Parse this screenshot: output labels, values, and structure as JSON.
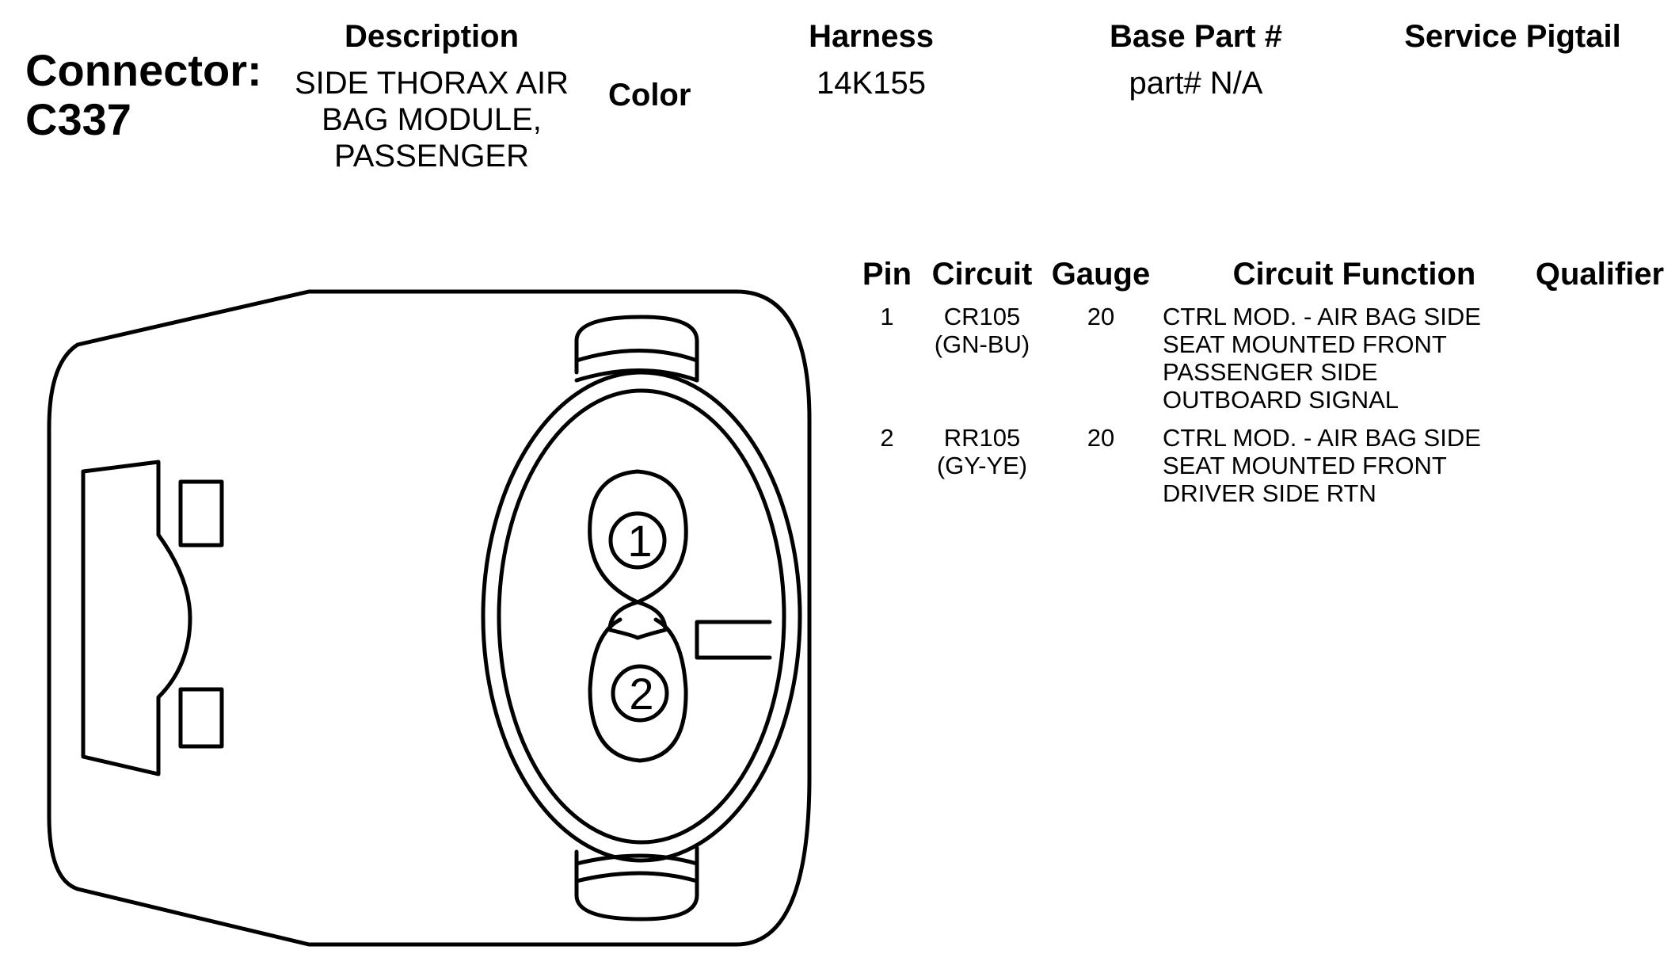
{
  "header": {
    "connector_label": "Connector:",
    "connector_id": "C337",
    "description_label": "Description",
    "description_value": "SIDE THORAX AIR\nBAG MODULE,\nPASSENGER",
    "color_label": "Color",
    "harness_label": "Harness",
    "harness_value": "14K155",
    "base_part_label": "Base Part #",
    "base_part_value": "part# N/A",
    "service_pigtail_label": "Service Pigtail"
  },
  "pin_table": {
    "columns": [
      "Pin",
      "Circuit",
      "Gauge",
      "Circuit Function",
      "Qualifier"
    ],
    "rows": [
      {
        "pin": "1",
        "circuit": "CR105\n(GN-BU)",
        "gauge": "20",
        "function": "CTRL MOD. - AIR BAG SIDE\nSEAT MOUNTED FRONT\nPASSENGER SIDE\nOUTBOARD SIGNAL",
        "qualifier": ""
      },
      {
        "pin": "2",
        "circuit": "RR105\n(GY-YE)",
        "gauge": "20",
        "function": "CTRL MOD. - AIR BAG SIDE\nSEAT MOUNTED FRONT\nDRIVER SIDE RTN",
        "qualifier": ""
      }
    ]
  },
  "diagram": {
    "pin_labels": [
      "1",
      "2"
    ]
  }
}
